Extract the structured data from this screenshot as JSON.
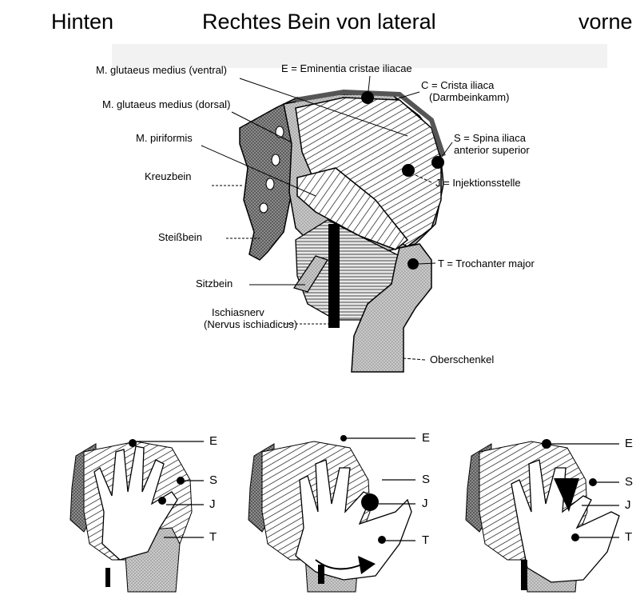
{
  "header": {
    "left": "Hinten",
    "center": "Rechtes Bein von lateral",
    "right": "vorne"
  },
  "labels": {
    "glut_ventral": "M. glutaeus medius (ventral)",
    "glut_dorsal": "M. glutaeus medius (dorsal)",
    "piriformis": "M. piriformis",
    "kreuzbein": "Kreuzbein",
    "steissbein": "Steißbein",
    "sitzbein": "Sitzbein",
    "ischias_1": "Ischiasnerv",
    "ischias_2": "(Nervus ischiadicus)",
    "eminentia": "E = Eminentia cristae iliacae",
    "crista_1": "C = Crista iliaca",
    "crista_2": "(Darmbeinkamm)",
    "spina_1": "S = Spina iliaca",
    "spina_2": "anterior superior",
    "injektion": "J = Injektionsstelle",
    "trochanter": "T = Trochanter major",
    "oberschenkel": "Oberschenkel"
  },
  "mini_labels": {
    "e": "E",
    "s": "S",
    "j": "J",
    "t": "T"
  }
}
